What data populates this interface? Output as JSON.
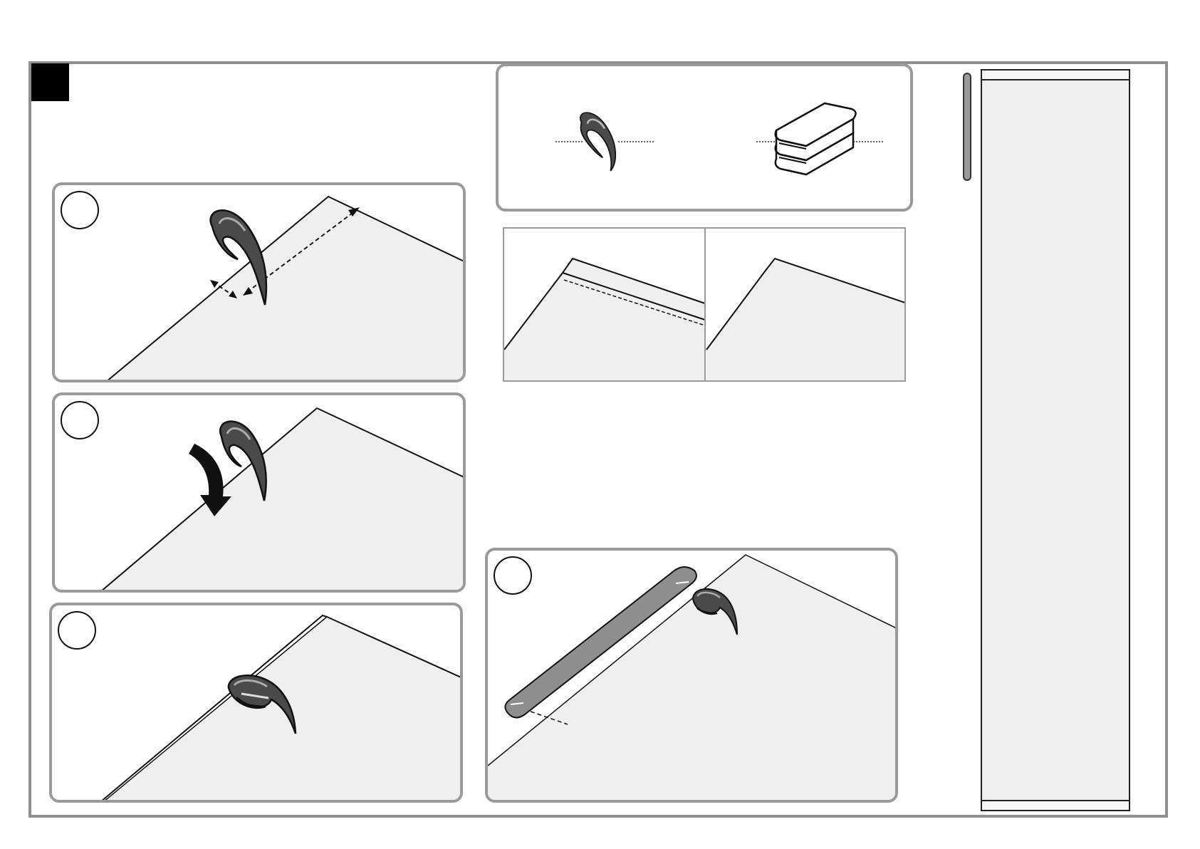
{
  "colors": {
    "frame": "#8f8f8f",
    "panel_border": "#9a9a9a",
    "fabric": "#efefef",
    "clip": "#4a4a4a",
    "tape": "#8e8e8e",
    "ink": "#111111"
  },
  "steps": [
    {
      "id": "a",
      "icons": [
        "clip-icon",
        "measure-arrow-icon"
      ]
    },
    {
      "id": "b",
      "icons": [
        "clip-icon",
        "curved-arrow-icon"
      ]
    },
    {
      "id": "c",
      "icons": [
        "clip-icon"
      ]
    },
    {
      "id": "d",
      "icons": [
        "tape-strip-icon",
        "clip-icon"
      ]
    }
  ],
  "legend_icons": [
    "clip-icon",
    "folded-fabric-icon"
  ]
}
